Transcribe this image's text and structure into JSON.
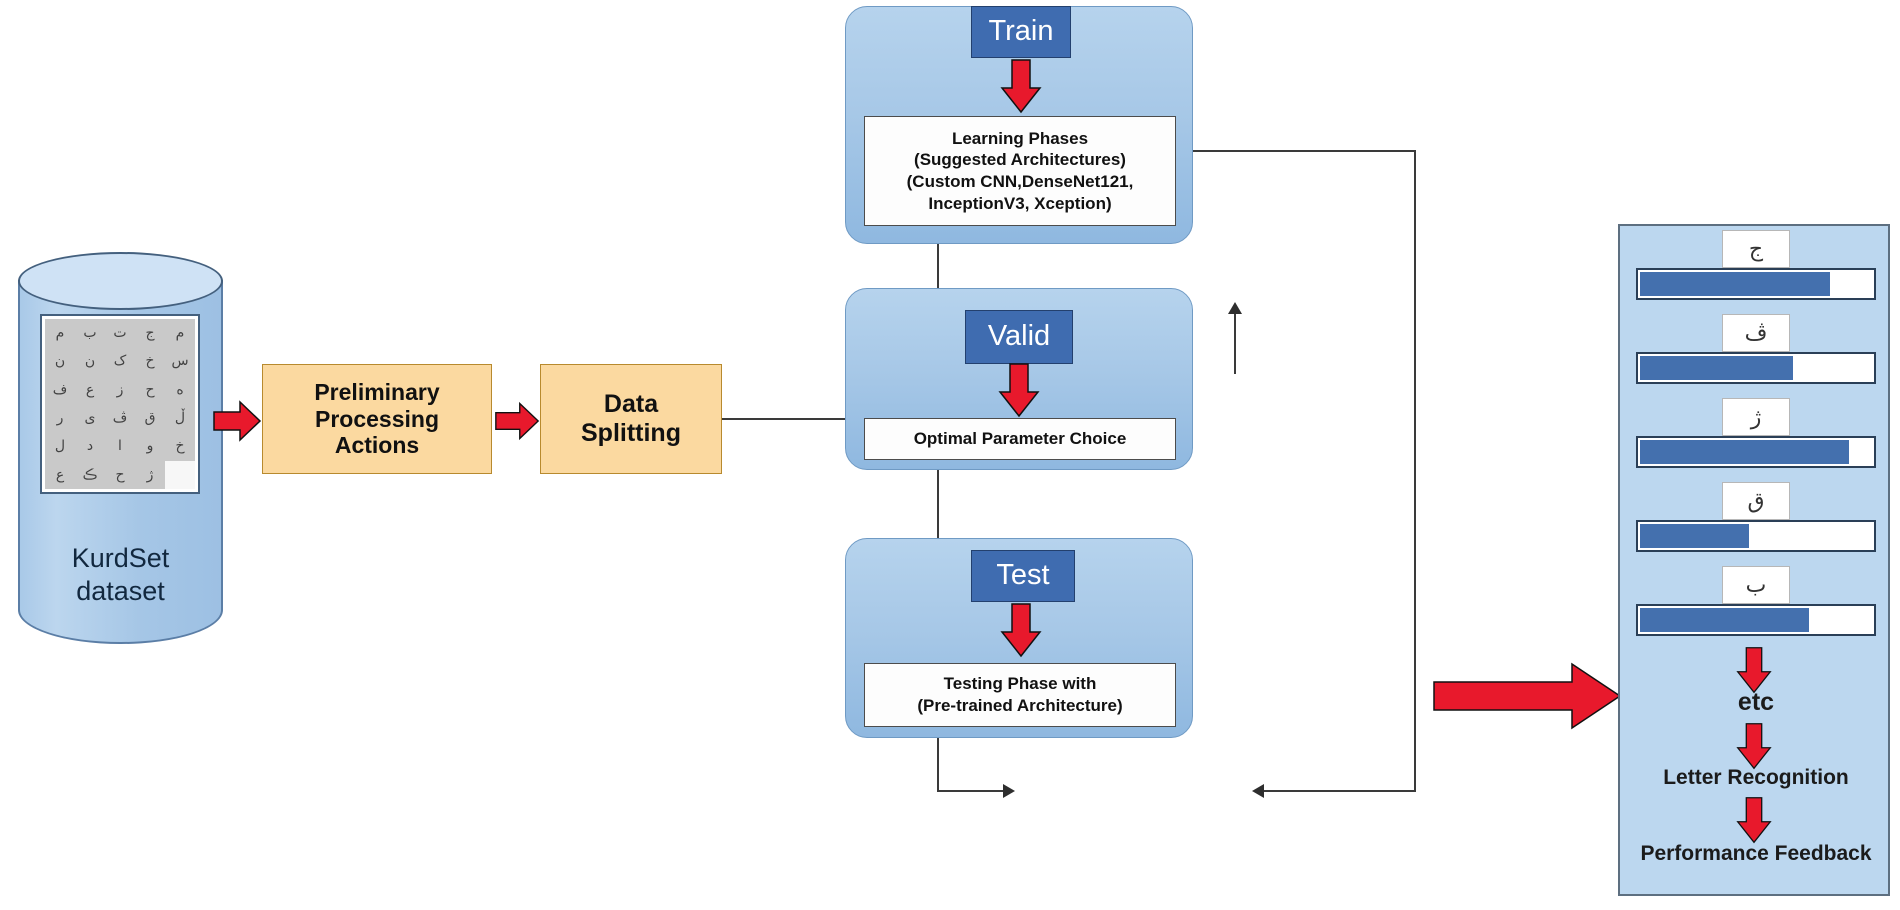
{
  "diagram": {
    "title": "KurdSet handwritten letter recognition pipeline",
    "colors": {
      "orange_fill": "#fbd9a0",
      "orange_border": "#b88a2e",
      "stage_fill": "#a7c8e7",
      "tag_fill": "#3f6cb0",
      "red_arrow": "#e8192c",
      "bar_fill": "#4470ae",
      "panel_fill": "#bcd7ef"
    }
  },
  "dataset": {
    "label_line1": "KurdSet",
    "label_line2": "dataset",
    "letters": [
      "م",
      "ب",
      "ت",
      "ج",
      "م",
      "ن",
      "ن",
      "ک",
      "خ",
      "س",
      "ف",
      "ع",
      "ز",
      "ح",
      "ه",
      "ر",
      "ی",
      "ڤ",
      "ق",
      "ڵ",
      "ل",
      "د",
      "ا",
      "و",
      "خ",
      "ع",
      "ڪ",
      "ح",
      "ژ",
      ""
    ]
  },
  "process": {
    "preliminary_line1": "Preliminary",
    "preliminary_line2": "Processing",
    "preliminary_line3": "Actions",
    "splitting_line1": "Data",
    "splitting_line2": "Splitting"
  },
  "stages": {
    "train": {
      "tag": "Train",
      "box_lines": [
        "Learning Phases",
        "(Suggested Architectures)",
        "(Custom CNN,DenseNet121,",
        "InceptionV3, Xception)"
      ]
    },
    "valid": {
      "tag": "Valid",
      "box_lines": [
        "Optimal Parameter Choice"
      ]
    },
    "test": {
      "tag": "Test",
      "box_lines": [
        "Testing Phase with",
        "(Pre-trained Architecture)"
      ]
    }
  },
  "results": {
    "items": [
      {
        "letter": "ج",
        "confidence": 82
      },
      {
        "letter": "ڤ",
        "confidence": 66
      },
      {
        "letter": "ژ",
        "confidence": 90
      },
      {
        "letter": "ق",
        "confidence": 47
      },
      {
        "letter": "ب",
        "confidence": 73
      }
    ],
    "etc_label": "etc",
    "recognition_label": "Letter Recognition",
    "feedback_label": "Performance Feedback"
  }
}
